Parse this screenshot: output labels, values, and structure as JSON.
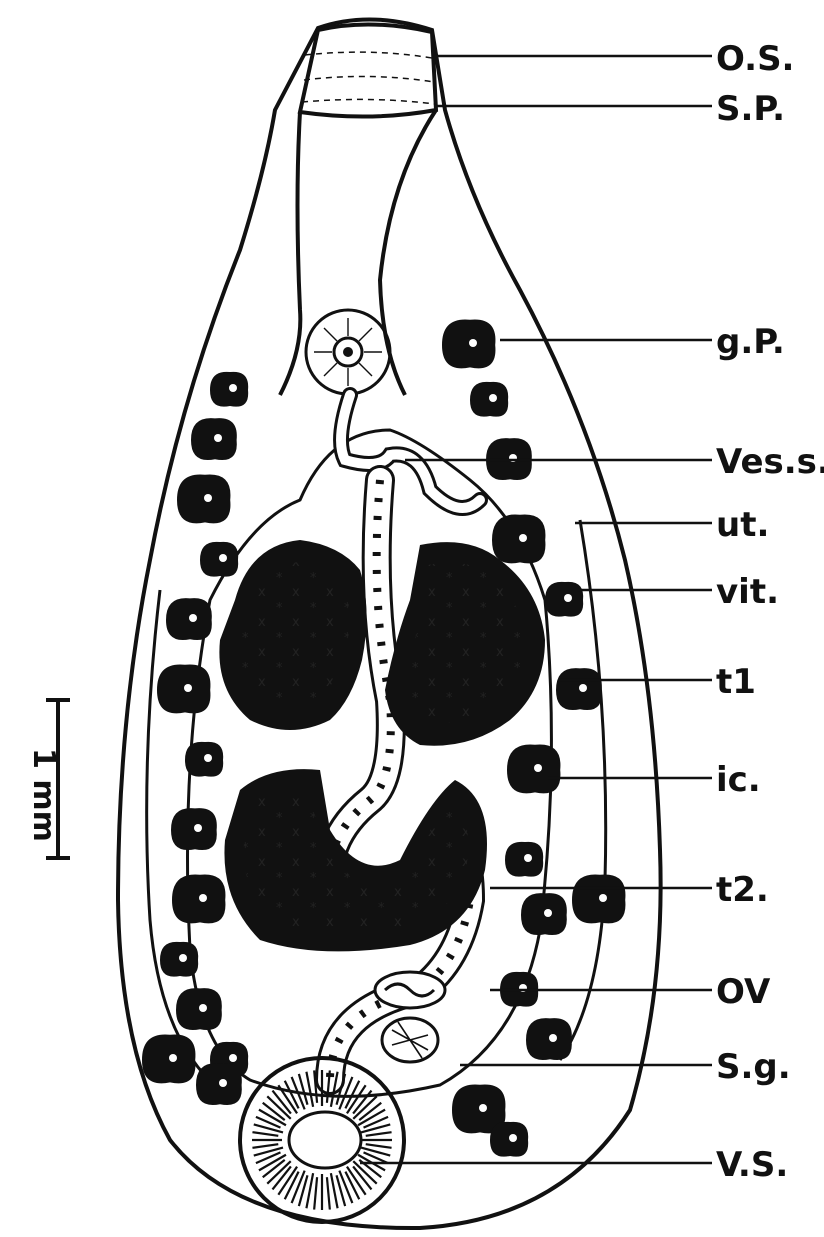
{
  "labels": {
    "os": "O.S.",
    "sp": "S.P.",
    "gp": "g.P.",
    "vess": "Ves.s.",
    "ut": "ut.",
    "vit": "vit.",
    "t1": "t1",
    "ic": "ic.",
    "t2": "t2.",
    "ov": "OV",
    "sg": "S.g.",
    "vs": "V.S."
  },
  "scale_bar": {
    "label": "1 mm"
  },
  "colors": {
    "ink": "#111111",
    "paper": "#ffffff"
  }
}
